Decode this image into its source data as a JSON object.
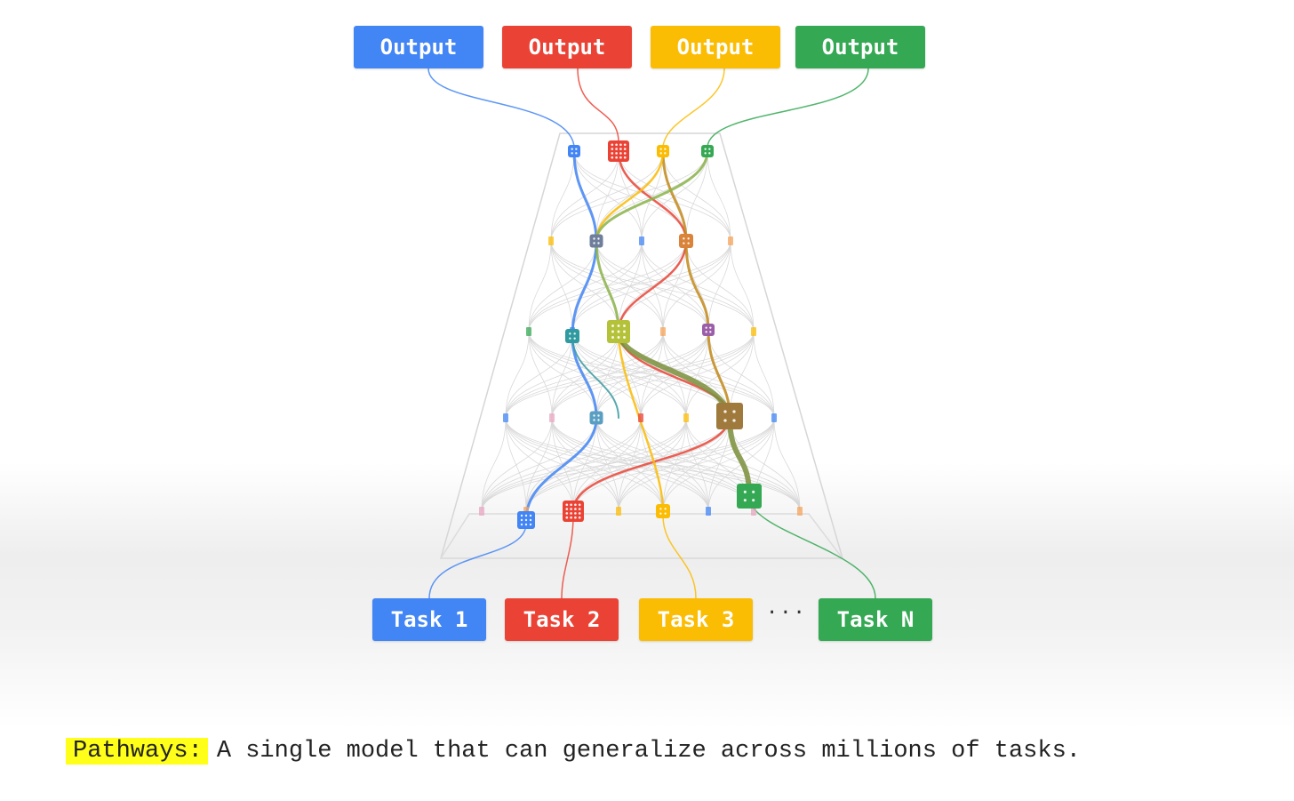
{
  "outputs": [
    {
      "label": "Output",
      "color": "#4285f4"
    },
    {
      "label": "Output",
      "color": "#ea4335"
    },
    {
      "label": "Output",
      "color": "#fbbc04"
    },
    {
      "label": "Output",
      "color": "#34a853"
    }
  ],
  "tasks": [
    {
      "label": "Task 1",
      "color": "#4285f4"
    },
    {
      "label": "Task 2",
      "color": "#ea4335"
    },
    {
      "label": "Task 3",
      "color": "#fbbc04"
    },
    {
      "label": "Task N",
      "color": "#34a853"
    }
  ],
  "ellipsis": "···",
  "caption": {
    "highlight": "Pathways:",
    "text": "A single model that can generalize across millions of tasks.",
    "highlight_color": "#ffff1a"
  }
}
